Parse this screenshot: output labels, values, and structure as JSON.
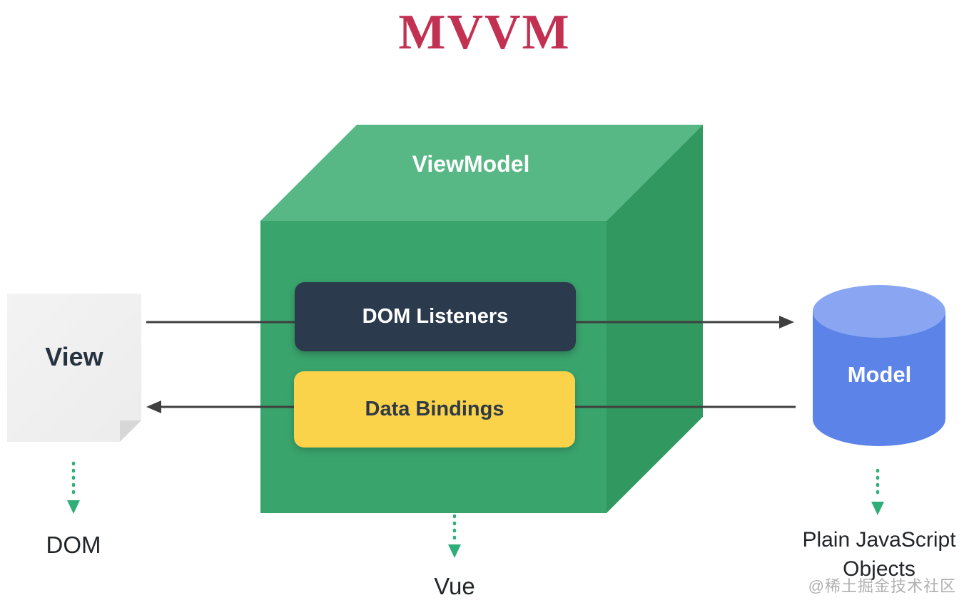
{
  "title": "MVVM",
  "diagram": {
    "viewmodel_label": "ViewModel",
    "dom_listeners_label": "DOM Listeners",
    "data_bindings_label": "Data Bindings",
    "view_label": "View",
    "model_label": "Model",
    "dom_caption": "DOM",
    "vue_caption": "Vue",
    "plain_js_caption": "Plain JavaScript Objects"
  },
  "watermark": "@稀土掘金技术社区",
  "colors": {
    "title_red": "#c23052",
    "cube_top": "#57b885",
    "cube_front": "#3aa46d",
    "cube_right": "#31995f",
    "dark_box": "#2b3a4c",
    "yellow_box": "#fbd34b",
    "cylinder_body": "#5b83e8",
    "cylinder_top": "#8aa6f2",
    "arrow_gray": "#3f3f3f",
    "dotted_green": "#2fae79",
    "view_bg": "#efefef",
    "cursor_black": "#1a1a1a"
  }
}
